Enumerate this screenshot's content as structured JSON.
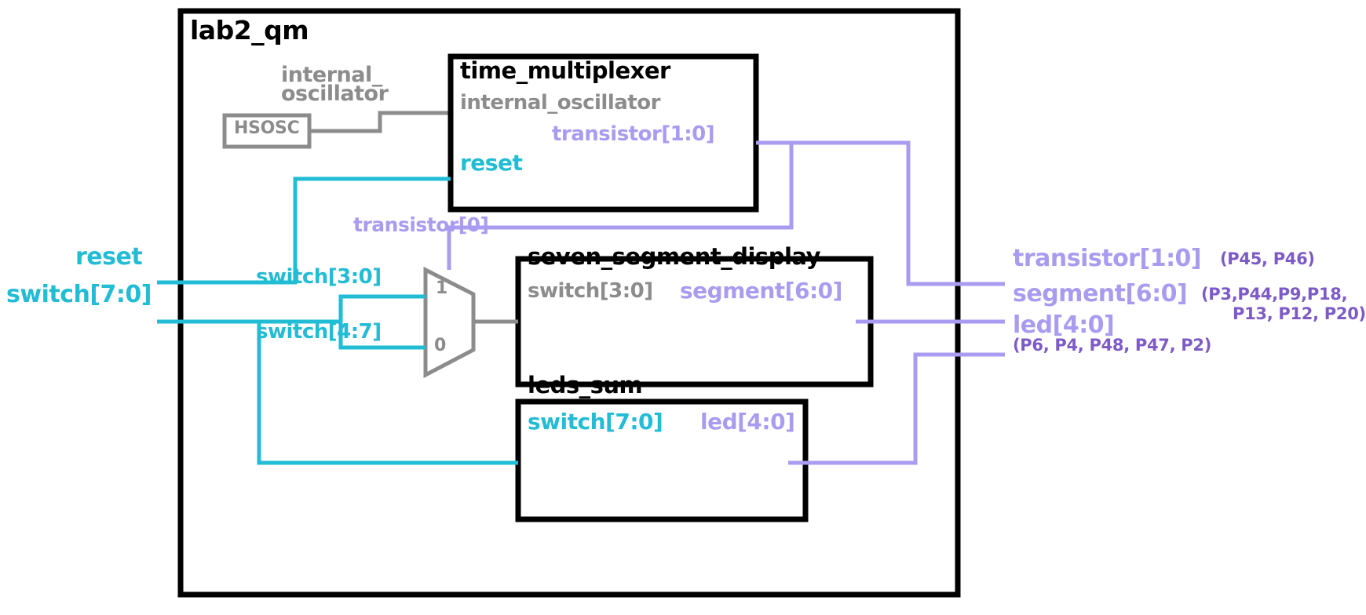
{
  "diagram": {
    "type": "hardware-block-diagram",
    "top_module": "lab2_qm",
    "colors": {
      "outline": "#000000",
      "clock_wire": "#8c8c8c",
      "input_wire": "#22bcd4",
      "output_wire": "#a99cf0",
      "pin_text": "#7d5bc6"
    }
  },
  "blocks": {
    "time_multiplexer": {
      "title": "time_multiplexer",
      "inputs": [
        {
          "label": "internal_oscillator",
          "color": "grey"
        },
        {
          "label": "reset",
          "color": "cyan"
        }
      ],
      "outputs": [
        {
          "label": "transistor[1:0]",
          "color": "purple"
        }
      ]
    },
    "seven_segment_display": {
      "title": "seven_segment_display",
      "inputs": [
        {
          "label": "switch[3:0]",
          "color": "grey"
        }
      ],
      "outputs": [
        {
          "label": "segment[6:0]",
          "color": "purple"
        }
      ]
    },
    "leds_sum": {
      "title": "leds_sum",
      "inputs": [
        {
          "label": "switch[7:0]",
          "color": "cyan"
        }
      ],
      "outputs": [
        {
          "label": "led[4:0]",
          "color": "purple"
        }
      ]
    }
  },
  "primitives": {
    "hsosc": {
      "label": "HSOSC"
    },
    "oscillator_wire_label": {
      "line1": "internal_",
      "line2": "oscillator"
    },
    "mux": {
      "select_label": "transistor[0]",
      "input_1_label": "switch[3:0]",
      "input_0_label": "switch[4:7]",
      "port_1": "1",
      "port_0": "0"
    }
  },
  "external_inputs": [
    {
      "label": "reset"
    },
    {
      "label": "switch[7:0]"
    }
  ],
  "external_outputs": [
    {
      "label": "transistor[1:0]",
      "pins_line1": "(P45, P46)",
      "pins_line2": ""
    },
    {
      "label": "segment[6:0]",
      "pins_line1": "(P3,P44,P9,P18,",
      "pins_line2": "P13, P12, P20)"
    },
    {
      "label": "led[4:0]",
      "pins_line1": "(P6, P4, P48, P47, P2)",
      "pins_line2": ""
    }
  ]
}
